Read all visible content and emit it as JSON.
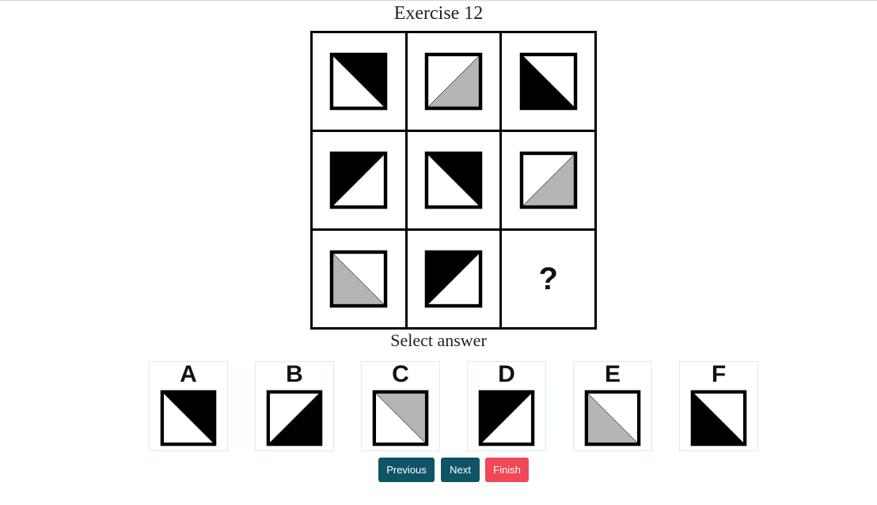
{
  "exercise": {
    "title": "Exercise 12"
  },
  "puzzle": {
    "colors": {
      "black": "#000000",
      "gray": "#b5b5b5",
      "white": "#ffffff"
    },
    "cells": [
      {
        "shade": "black",
        "corner": "tr"
      },
      {
        "shade": "gray",
        "corner": "br"
      },
      {
        "shade": "black",
        "corner": "bl"
      },
      {
        "shade": "black",
        "corner": "tl"
      },
      {
        "shade": "black",
        "corner": "tr"
      },
      {
        "shade": "gray",
        "corner": "br"
      },
      {
        "shade": "gray",
        "corner": "bl"
      },
      {
        "shade": "black",
        "corner": "tl"
      },
      {
        "missing": true,
        "label": "?"
      }
    ]
  },
  "prompt": "Select answer",
  "options": [
    {
      "letter": "A",
      "shade": "black",
      "corner": "tr"
    },
    {
      "letter": "B",
      "shade": "black",
      "corner": "br"
    },
    {
      "letter": "C",
      "shade": "gray",
      "corner": "tr"
    },
    {
      "letter": "D",
      "shade": "black",
      "corner": "tl"
    },
    {
      "letter": "E",
      "shade": "gray",
      "corner": "bl"
    },
    {
      "letter": "F",
      "shade": "black",
      "corner": "bl"
    }
  ],
  "buttons": {
    "previous": "Previous",
    "next": "Next",
    "finish": "Finish"
  }
}
